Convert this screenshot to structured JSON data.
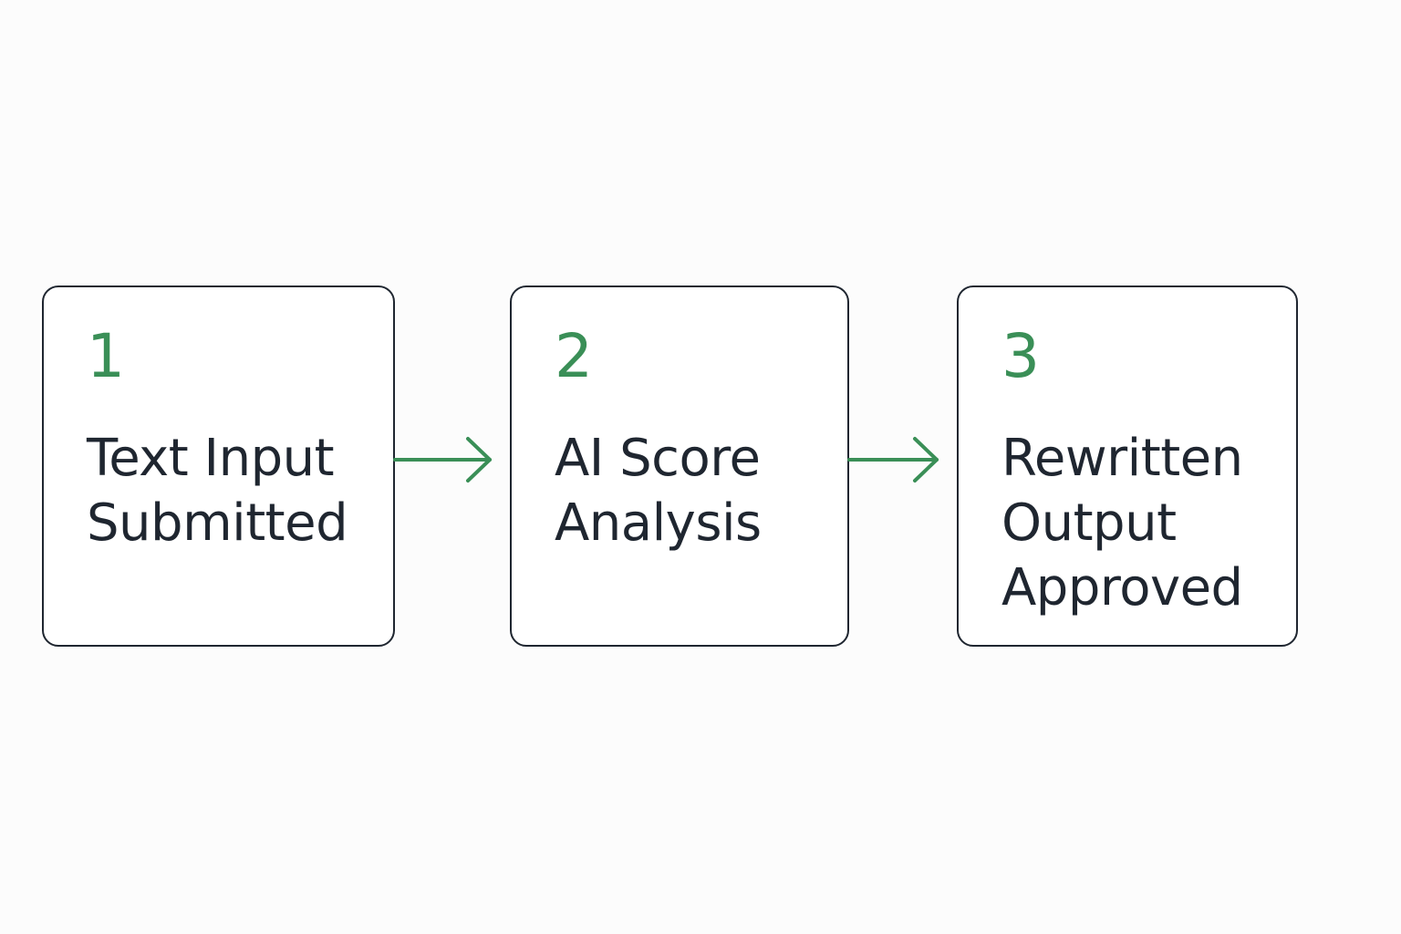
{
  "colors": {
    "accent": "#3a8f57",
    "text": "#1f2630",
    "border": "#1f2630",
    "background": "#fcfcfc"
  },
  "steps": [
    {
      "number": "1",
      "label": "Text Input\nSubmitted"
    },
    {
      "number": "2",
      "label": "AI Score\nAnalysis"
    },
    {
      "number": "3",
      "label": "Rewritten\nOutput\nApproved"
    }
  ]
}
